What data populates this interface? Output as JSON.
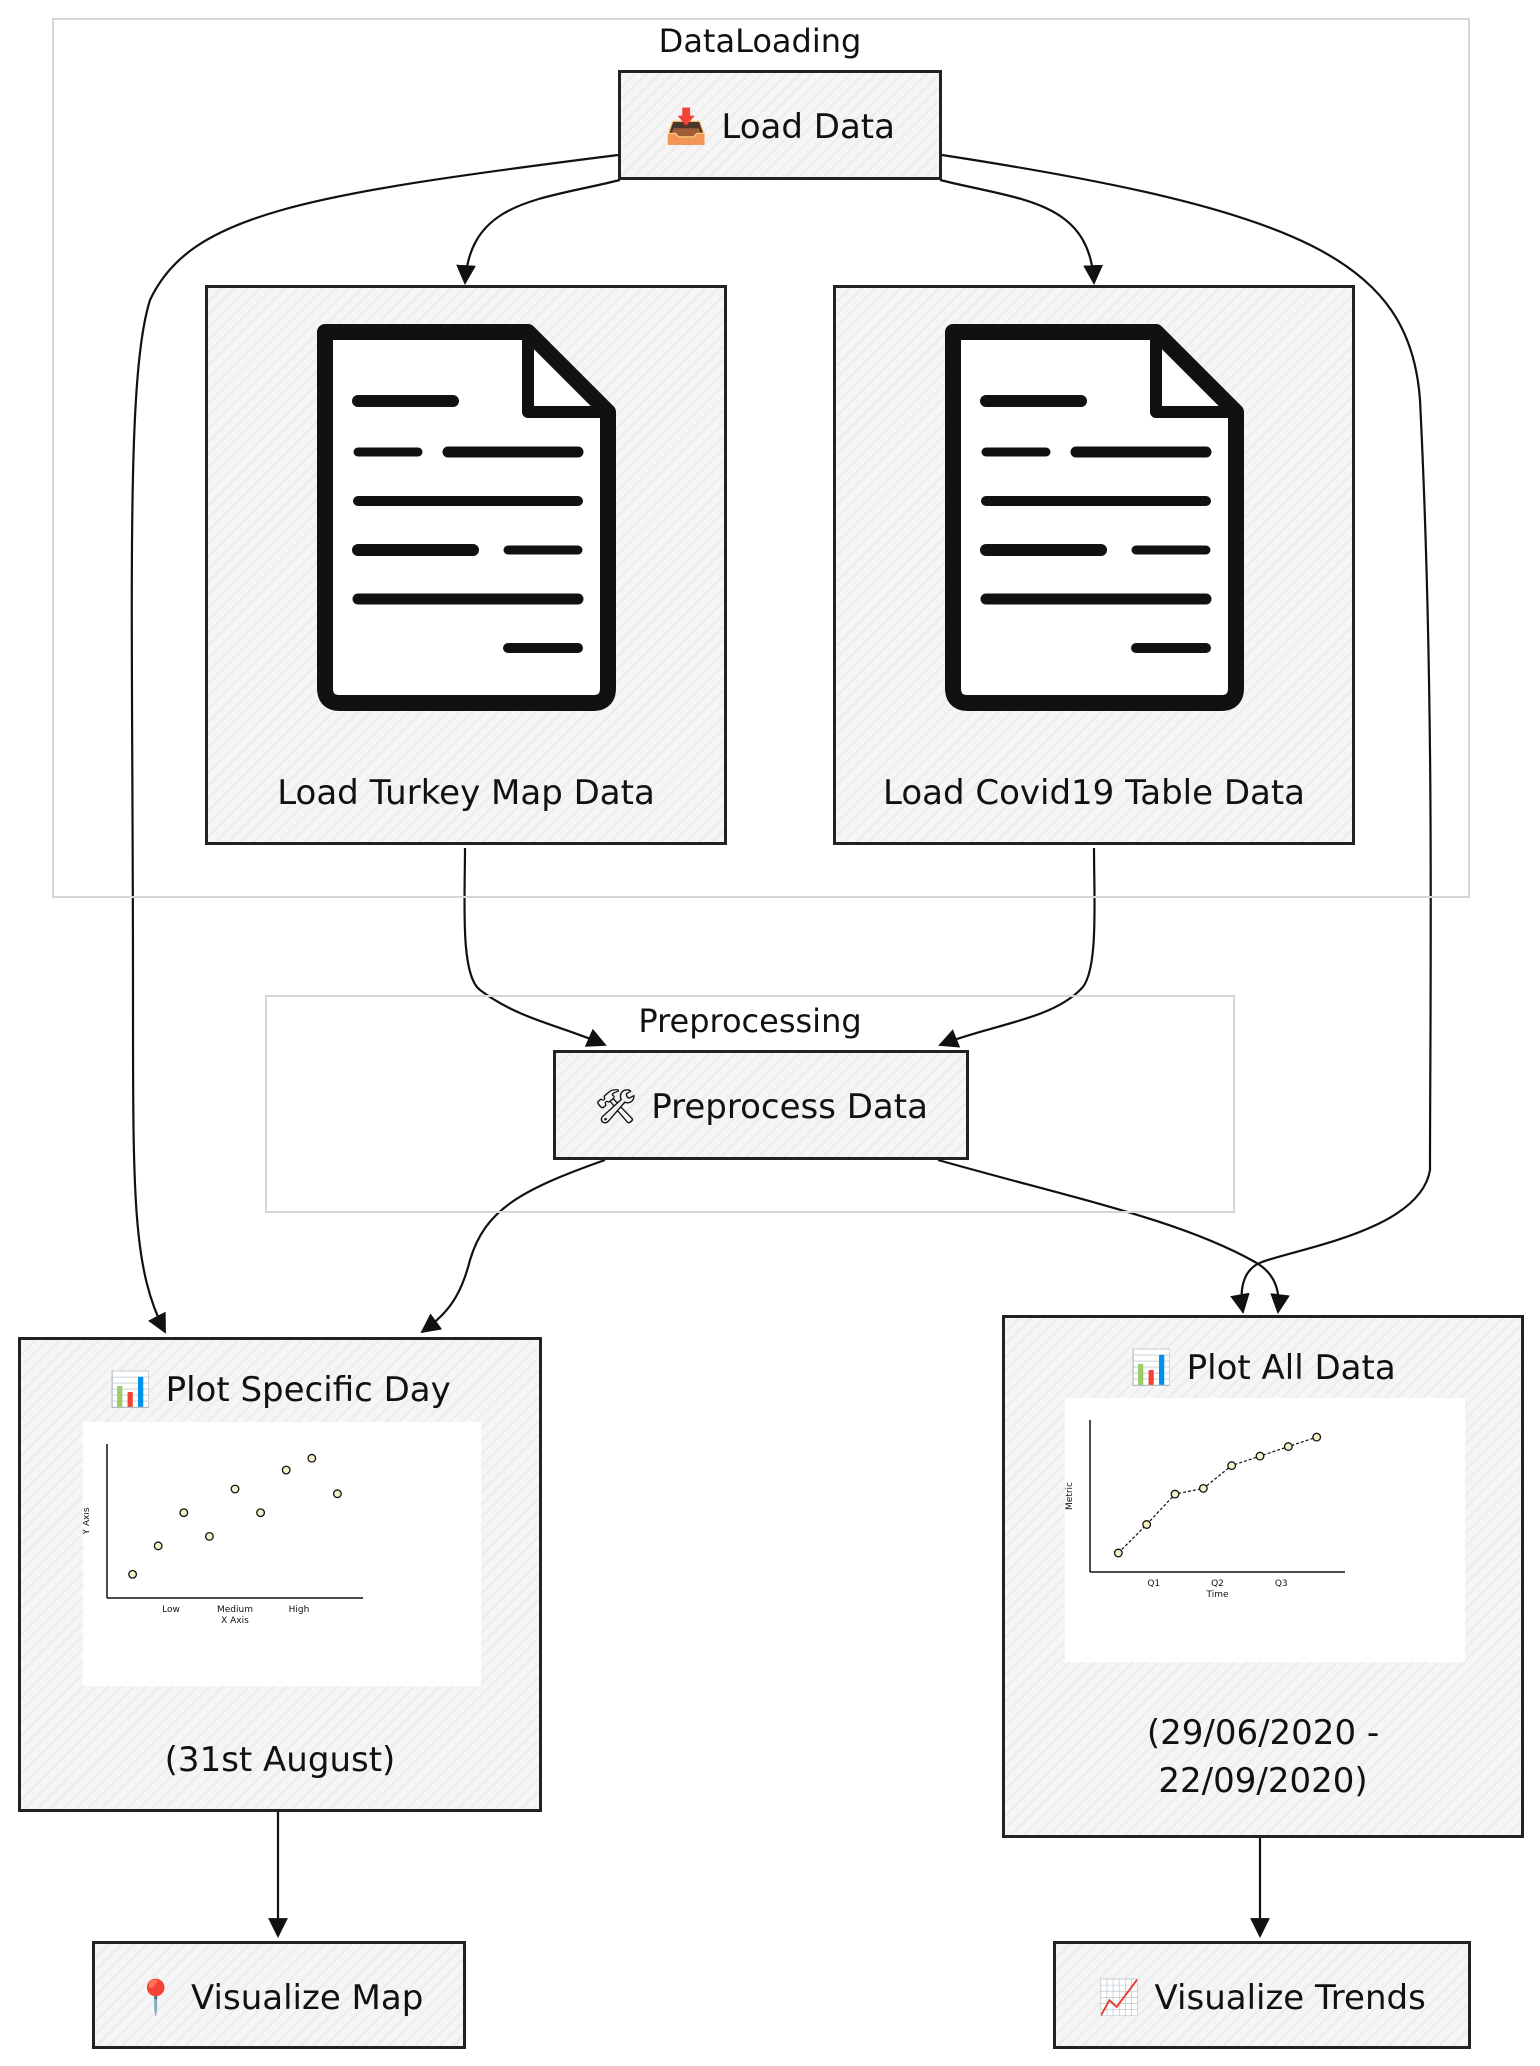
{
  "groups": {
    "data_loading": "DataLoading",
    "preprocessing": "Preprocessing"
  },
  "nodes": {
    "load_data": {
      "icon": "📥",
      "icon_name": "inbox-tray-icon",
      "label": "Load Data"
    },
    "load_turkey": {
      "label": "Load Turkey Map Data",
      "icon_name": "document-icon"
    },
    "load_covid": {
      "label": "Load Covid19 Table Data",
      "icon_name": "document-icon"
    },
    "preprocess": {
      "icon": "🛠",
      "icon_name": "tools-icon",
      "label": "Preprocess Data"
    },
    "plot_specific": {
      "icon": "📊",
      "icon_name": "bar-chart-icon",
      "label": "Plot Specific Day",
      "caption": "(31st August)"
    },
    "plot_all": {
      "icon": "📊",
      "icon_name": "bar-chart-icon",
      "label": "Plot All Data",
      "caption_line1": "(29/06/2020 -",
      "caption_line2": "22/09/2020)"
    },
    "visualize_map": {
      "icon": "📍",
      "icon_name": "pin-icon",
      "label": "Visualize Map"
    },
    "visualize_trends": {
      "icon": "📈",
      "icon_name": "trend-chart-icon",
      "label": "Visualize Trends"
    }
  },
  "chart_data": [
    {
      "type": "scatter",
      "xlabel": "X Axis",
      "ylabel": "Y Axis",
      "x_ticks": [
        "Low",
        "Medium",
        "High"
      ],
      "x": [
        1,
        2,
        3,
        4,
        5,
        6,
        7,
        8,
        9
      ],
      "y": [
        1,
        2.2,
        3.6,
        2.6,
        4.6,
        3.6,
        5.4,
        5.9,
        4.4
      ],
      "xlim": [
        0,
        10
      ],
      "ylim": [
        0,
        6.5
      ]
    },
    {
      "type": "line",
      "xlabel": "Time",
      "ylabel": "Metric",
      "x_ticks": [
        "Q1",
        "Q2",
        "Q3"
      ],
      "x": [
        1,
        2,
        3,
        4,
        5,
        6,
        7,
        8
      ],
      "y": [
        1,
        2.5,
        4.1,
        4.4,
        5.6,
        6.1,
        6.6,
        7.1
      ],
      "xlim": [
        0,
        9
      ],
      "ylim": [
        0,
        8
      ]
    }
  ]
}
